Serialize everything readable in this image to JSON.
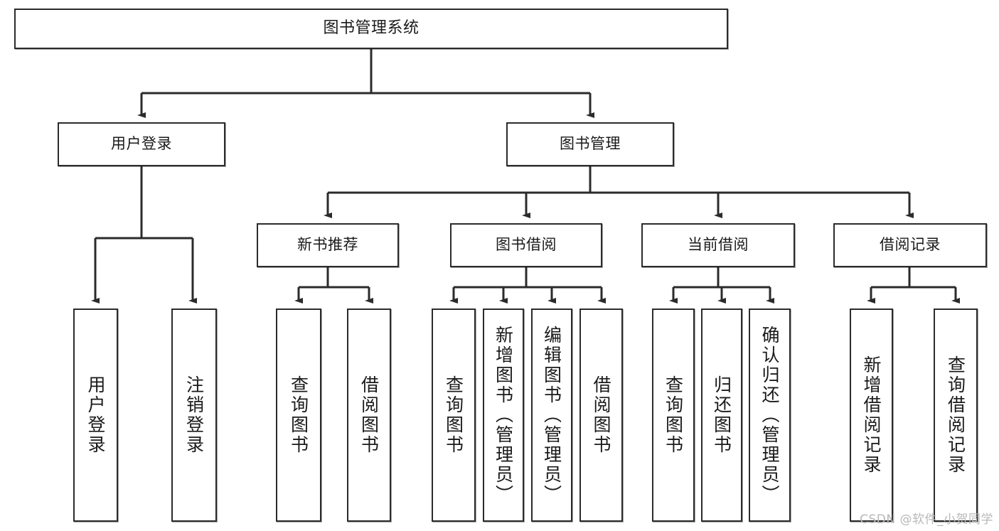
{
  "diagram": {
    "title": "图书管理系统",
    "type": "tree-hierarchy",
    "stroke_color": "#2b2b2b",
    "fill_color": "#ffffff",
    "text_color": "#1a1a1a",
    "root": {
      "label": "图书管理系统"
    },
    "level1": [
      {
        "label": "用户登录"
      },
      {
        "label": "图书管理"
      }
    ],
    "level2": [
      {
        "label": "新书推荐"
      },
      {
        "label": "图书借阅"
      },
      {
        "label": "当前借阅"
      },
      {
        "label": "借阅记录"
      }
    ],
    "leaves": {
      "user_login": [
        {
          "label": "用户登录"
        },
        {
          "label": "注销登录"
        }
      ],
      "new_book": [
        {
          "label": "查询图书"
        },
        {
          "label": "借阅图书"
        }
      ],
      "book_borrow": [
        {
          "label": "查询图书"
        },
        {
          "label": "新增图书（管理员）"
        },
        {
          "label": "编辑图书（管理员）"
        },
        {
          "label": "借阅图书"
        }
      ],
      "current_borrow": [
        {
          "label": "查询图书"
        },
        {
          "label": "归还图书"
        },
        {
          "label": "确认归还（管理员）"
        }
      ],
      "borrow_record": [
        {
          "label": "新增借阅记录"
        },
        {
          "label": "查询借阅记录"
        }
      ]
    }
  },
  "watermark": {
    "text": "CSDN @软件_小贺同学"
  }
}
